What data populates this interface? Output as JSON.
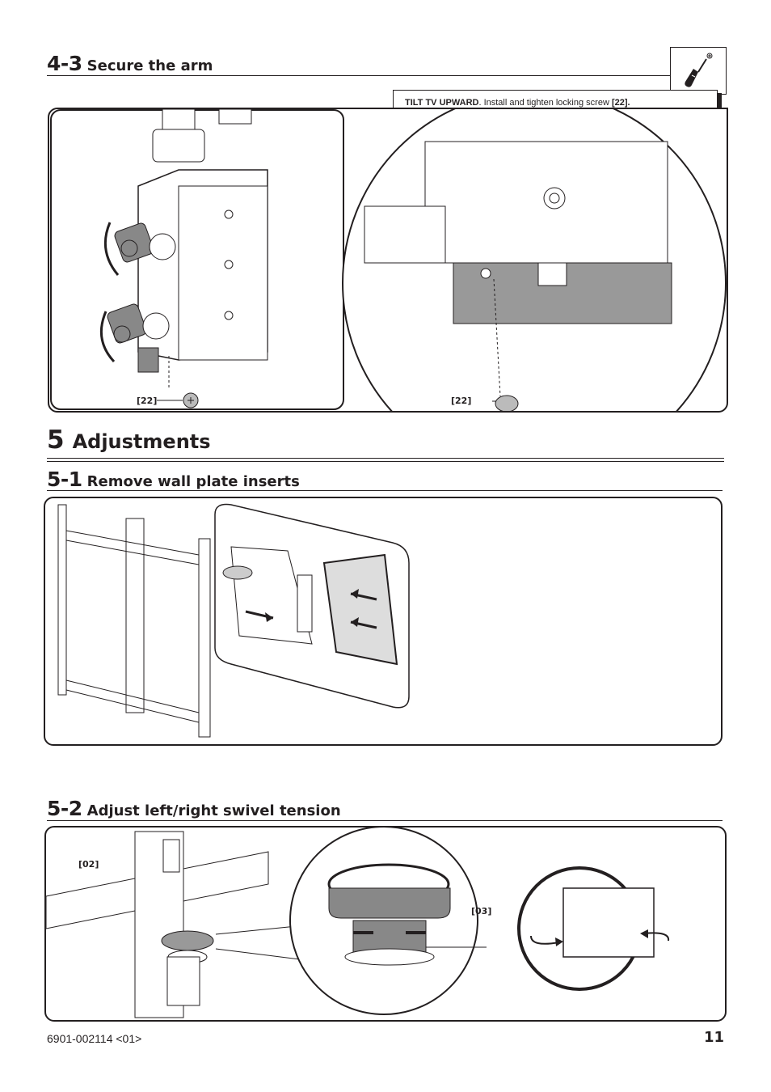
{
  "section_4_3": {
    "number": "4-3",
    "title": "Secure the arm",
    "instruction_bold": "TILT TV UPWARD",
    "instruction_rest": ". Install and tighten locking screw ",
    "instruction_ref": "[22].",
    "callout_left": "[22]",
    "callout_right": "[22]",
    "tool_icon": "screwdriver-icon"
  },
  "section_5": {
    "number": "5",
    "title": "Adjustments"
  },
  "section_5_1": {
    "number": "5-1",
    "title": "Remove wall plate inserts"
  },
  "section_5_2": {
    "number": "5-2",
    "title": "Adjust left/right swivel tension",
    "callout_02": "[02]",
    "callout_03": "[03]"
  },
  "footer": {
    "doc_number": "6901-002114 <01>",
    "page_number": "11"
  }
}
